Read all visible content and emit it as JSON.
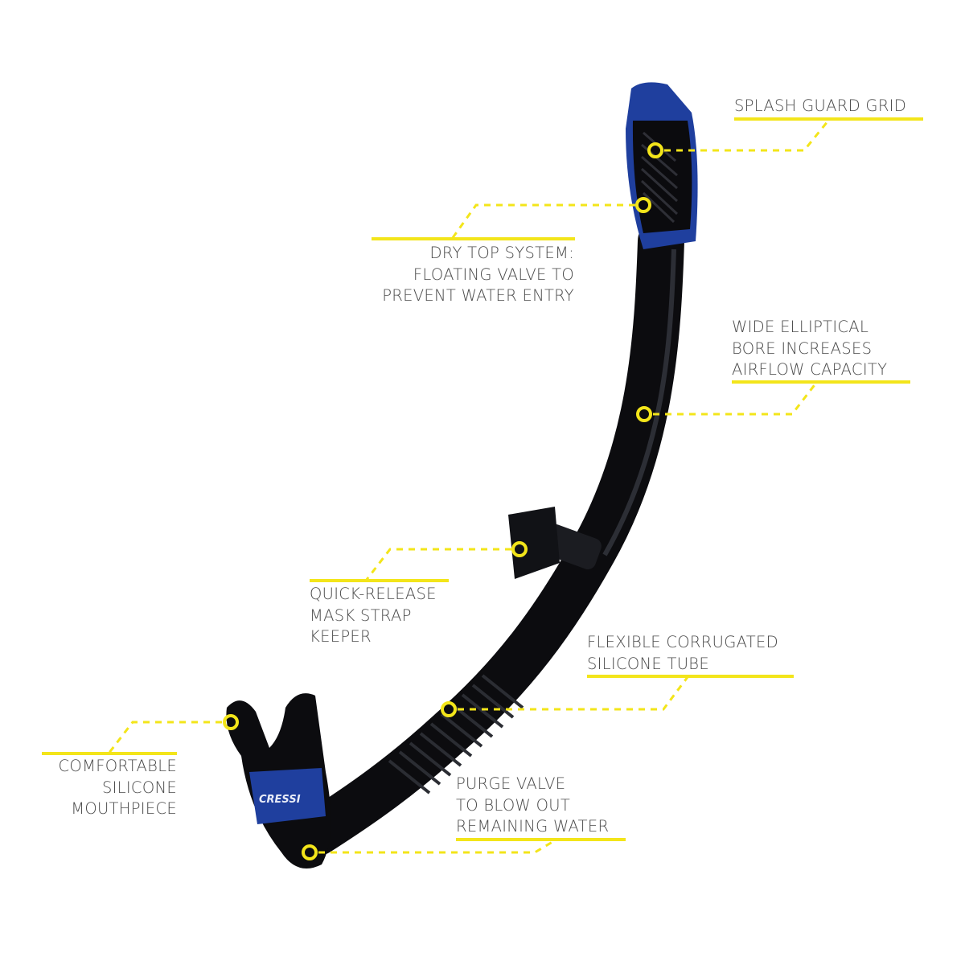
{
  "brand_logo_text": "CRESSI",
  "colors": {
    "accent_yellow": "#f3e51a",
    "tube_black": "#0d0d10",
    "brand_blue": "#1f3f9e",
    "label_text": "#4a4a4a"
  },
  "callouts": [
    {
      "id": "splash-guard-grid",
      "lines": [
        "SPLASH GUARD GRID"
      ]
    },
    {
      "id": "dry-top-system",
      "lines": [
        "DRY TOP SYSTEM:",
        "FLOATING VALVE TO",
        "PREVENT WATER ENTRY"
      ]
    },
    {
      "id": "wide-elliptical-bore",
      "lines": [
        "WIDE ELLIPTICAL",
        "BORE INCREASES",
        "AIRFLOW CAPACITY"
      ]
    },
    {
      "id": "quick-release-keeper",
      "lines": [
        "QUICK-RELEASE",
        "MASK STRAP",
        "KEEPER"
      ]
    },
    {
      "id": "flexible-tube",
      "lines": [
        "FLEXIBLE CORRUGATED",
        "SILICONE TUBE"
      ]
    },
    {
      "id": "mouthpiece",
      "lines": [
        "COMFORTABLE",
        "SILICONE",
        "MOUTHPIECE"
      ]
    },
    {
      "id": "purge-valve",
      "lines": [
        "PURGE VALVE",
        "TO BLOW OUT",
        "REMAINING WATER"
      ]
    }
  ]
}
